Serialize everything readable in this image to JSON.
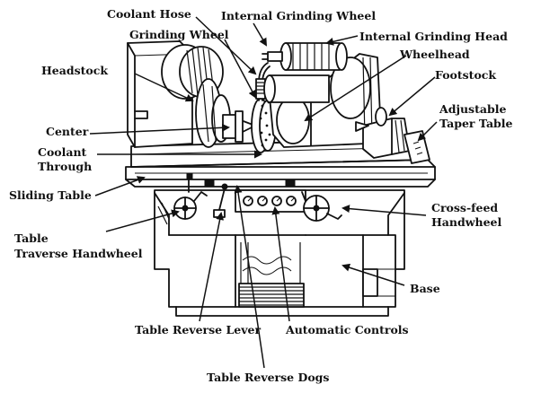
{
  "labels": {
    "coolant_hose": "Coolant Hose",
    "internal_grinding_wheel": "Internal Grinding Wheel",
    "grinding_wheel": "Grinding Wheel",
    "internal_grinding_head": "Internal Grinding Head",
    "wheelhead": "Wheelhead",
    "headstock": "Headstock",
    "footstock": "Footstock",
    "adjustable_taper_table_1": "Adjustable",
    "adjustable_taper_table_2": "Taper Table",
    "center": "Center",
    "coolant_through_1": "Coolant",
    "coolant_through_2": "Through",
    "sliding_table": "Sliding Table",
    "cross_feed_handwheel_1": "Cross-feed",
    "cross_feed_handwheel_2": "Handwheel",
    "table_traverse_handwheel_1": "Table",
    "table_traverse_handwheel_2": "Traverse Handwheel",
    "base": "Base",
    "table_reverse_lever": "Table Reverse Lever",
    "automatic_controls": "Automatic Controls",
    "table_reverse_dogs": "Table Reverse Dogs"
  }
}
